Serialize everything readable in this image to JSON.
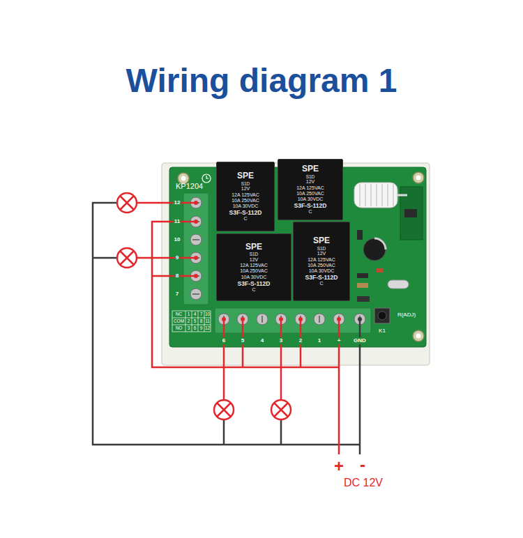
{
  "diagram": {
    "title": "Wiring diagram 1",
    "nodes": [
      {
        "text": [
          "KP1204"
        ]
      },
      {
        "text": [
          "SPE",
          "S1D",
          "12V",
          "12A 125VAC",
          "10A 250VAC",
          "10A 30VDC",
          "S3F-S-112D",
          "C"
        ],
        "in": 0
      },
      {
        "text": [
          "SPE",
          "S1D",
          "12V",
          "12A 125VAC",
          "10A 250VAC",
          "10A 30VDC",
          "S3F-S-112D",
          "C"
        ],
        "in": 0
      },
      {
        "text": [
          "SPE",
          "S1D",
          "12V",
          "12A 125VAC",
          "10A 250VAC",
          "10A 30VDC",
          "S3F-S-112D",
          "C"
        ],
        "in": 0
      },
      {
        "text": [
          "SPE",
          "S1D",
          "12V",
          "12A 125VAC",
          "10A 250VAC",
          "10A 30VDC",
          "S3F-S-112D",
          "C"
        ],
        "in": 0
      }
    ],
    "labels": [
      "12",
      "11",
      "10",
      "9",
      "8",
      "7",
      "6",
      "5",
      "4",
      "3",
      "2",
      "1",
      "+",
      "GND",
      "NC",
      "COM",
      "NO",
      "1",
      "4",
      "7",
      "10",
      "2",
      "5",
      "8",
      "11",
      "3",
      "6",
      "9",
      "12",
      "K1",
      "R(ADJ)",
      "+",
      "-",
      "DC 12V"
    ]
  }
}
